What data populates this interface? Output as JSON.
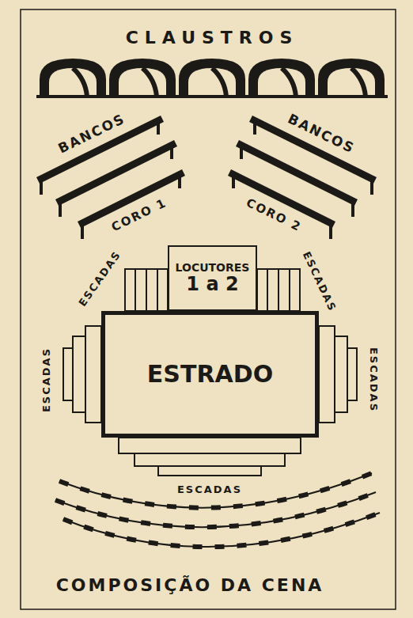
{
  "diagram": {
    "caption": "COMPOSIÇÃO DA CENA",
    "nodes": [
      {
        "text": [
          "LOCUTORES",
          "1 a 2"
        ]
      },
      {
        "text": [
          "ESTRADO"
        ]
      }
    ],
    "labels": [
      "CLAUSTROS",
      "BANCOS",
      "BANCOS",
      "CORO 1",
      "CORO 2",
      "ESCADAS",
      "ESCADAS",
      "ESCADAS",
      "ESCADAS",
      "ESCADAS"
    ]
  }
}
